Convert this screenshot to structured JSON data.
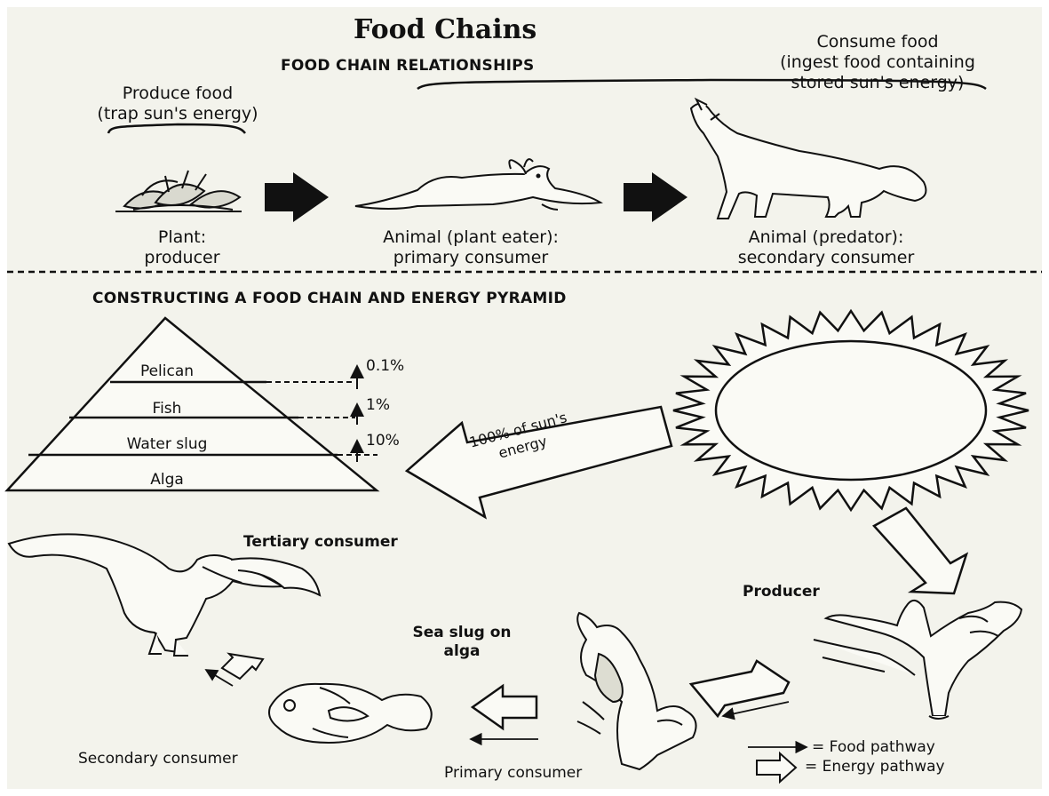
{
  "title": "Food Chains",
  "relationships": {
    "heading": "FOOD CHAIN RELATIONSHIPS",
    "produce_label": [
      "Produce food",
      "(trap sun's energy)"
    ],
    "consume_label": [
      "Consume food",
      "(ingest food containing",
      "stored sun's energy)"
    ],
    "chain": [
      {
        "icon": "plant-icon",
        "label": [
          "Plant:",
          "producer"
        ]
      },
      {
        "icon": "rabbit-icon",
        "label": [
          "Animal (plant eater):",
          "primary consumer"
        ]
      },
      {
        "icon": "wolf-icon",
        "label": [
          "Animal (predator):",
          "secondary consumer"
        ]
      }
    ]
  },
  "pyramid": {
    "heading": "CONSTRUCTING A FOOD CHAIN AND ENERGY PYRAMID",
    "levels": [
      "Pelican",
      "Fish",
      "Water slug",
      "Alga"
    ],
    "percents": [
      "0.1%",
      "1%",
      "10%"
    ],
    "sun_arrow_text": [
      "100% of sun's",
      "energy"
    ]
  },
  "cycle": {
    "tertiary": "Tertiary consumer",
    "producer": "Producer",
    "sea_slug": [
      "Sea slug on",
      "alga"
    ],
    "secondary": "Secondary consumer",
    "primary": "Primary consumer"
  },
  "legend": {
    "food": "= Food pathway",
    "energy": "= Energy pathway"
  },
  "colors": {
    "paper": "#f3f3ec",
    "ink": "#111111"
  }
}
